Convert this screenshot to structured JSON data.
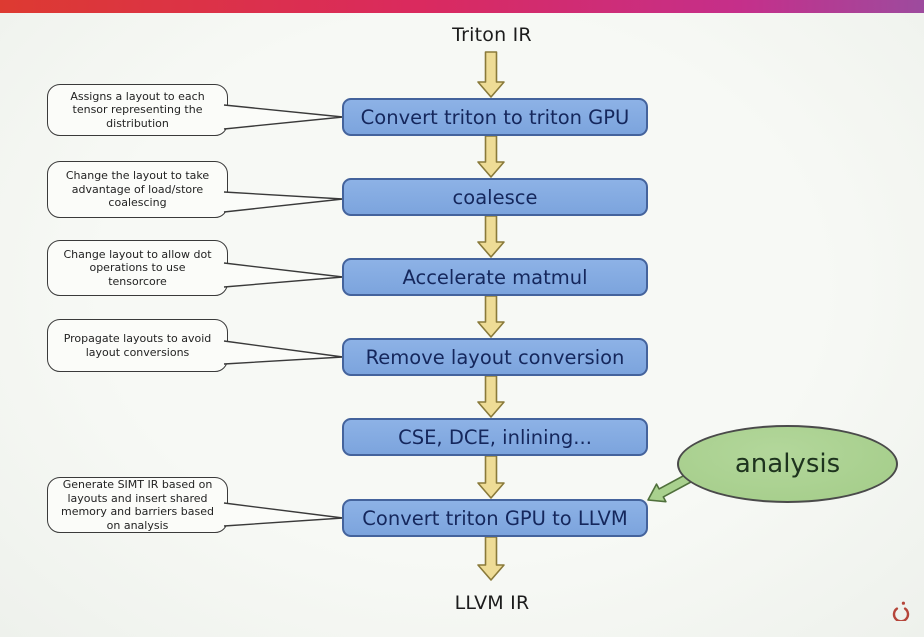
{
  "pipeline": {
    "input_label": "Triton IR",
    "output_label": "LLVM IR",
    "boxes": [
      "Convert triton to triton GPU",
      "coalesce",
      "Accelerate matmul",
      "Remove layout conversion",
      "CSE, DCE, inlining...",
      "Convert triton GPU to LLVM"
    ],
    "callouts": [
      {
        "lines": [
          "Assigns a layout to each",
          "tensor representing the",
          "distribution"
        ]
      },
      {
        "lines": [
          "Change the layout to take",
          "advantage of load/store",
          "coalescing"
        ]
      },
      {
        "lines": [
          "Change layout to allow dot",
          "operations to use",
          "tensorcore"
        ]
      },
      {
        "lines": [
          "Propagate layouts to avoid",
          "layout conversions"
        ]
      },
      {
        "lines": [
          "Generate SIMT IR based on",
          "layouts and insert shared",
          "memory and barriers based",
          "on analysis"
        ]
      }
    ],
    "analysis_label": "analysis"
  },
  "icons": {
    "logo": "pytorch-logo"
  },
  "colors": {
    "topbar_left": "#dd3a31",
    "topbar_pink": "#da2a5e",
    "topbar_magenta": "#c52f8a",
    "topbar_right": "#9d4b9e",
    "box_fill": "#7ca4dd",
    "box_border": "#44639c",
    "box_text": "#15275c",
    "arrow_fill": "#eedc96",
    "arrow_border": "#8a7a3a",
    "callout_fill": "#fbfcf9",
    "callout_border": "#3a3a3a",
    "ellipse_fill": "#a9d18e",
    "ellipse_border": "#4a4a4a",
    "logo_color": "#b5453a",
    "background": "#f4f6f1"
  }
}
